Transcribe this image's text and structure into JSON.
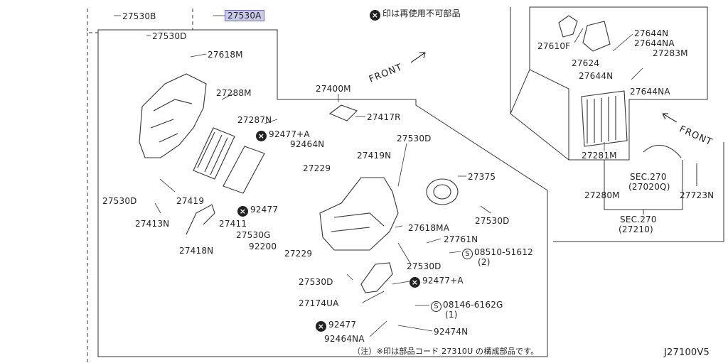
{
  "notice": {
    "mark": "×",
    "text": "印は再使用不可部品"
  },
  "footnote": "（注）※印は部品コード 27310U の構成部品です。",
  "diagram_code": "J27100V5",
  "front_labels": [
    "FRONT",
    "FRONT"
  ],
  "highlight_color": "#c9cbe9",
  "parts": {
    "p27530B": "27530B",
    "p27530A": "27530A",
    "p27530D_a": "27530D",
    "p27618M": "27618M",
    "p27288M": "27288M",
    "p27287N": "27287N",
    "p92477A_a": "92477+A",
    "p92464N": "92464N",
    "p27400M": "27400M",
    "p27417R": "27417R",
    "p27530D_b": "27530D",
    "p27419N": "27419N",
    "p27229_a": "27229",
    "p27375": "27375",
    "p27530D_c": "27530D",
    "p27419": "27419",
    "p27413N": "27413N",
    "p92477_a": "92477",
    "p27411": "27411",
    "p27530G": "27530G",
    "p92200": "92200",
    "p27229_b": "27229",
    "p27418N": "27418N",
    "p27618MA": "27618MA",
    "p27761N": "27761N",
    "p08510": "08510-51612",
    "p08510_qty": "(2)",
    "p27530D_d": "27530D",
    "p27530D_e": "27530D",
    "p92477A_b": "92477+A",
    "p27174UA": "27174UA",
    "p08146": "08146-6162G",
    "p08146_qty": "(1)",
    "p92477_b": "92477",
    "p92474N": "92474N",
    "p92464NA": "92464NA",
    "p27530D_f": "27530D",
    "p27610F": "27610F",
    "p27644N_a": "27644N",
    "p27644NA_a": "27644NA",
    "p27283M": "27283M",
    "p27624": "27624",
    "p27644N_b": "27644N",
    "p27644NA_b": "27644NA",
    "p27281M": "27281M",
    "p27280M": "27280M",
    "sec270_a": "SEC.270",
    "sec270_a_ref": "(27020Q)",
    "p27723N": "27723N",
    "sec270_b": "SEC.270",
    "sec270_b_ref": "(27210)"
  }
}
